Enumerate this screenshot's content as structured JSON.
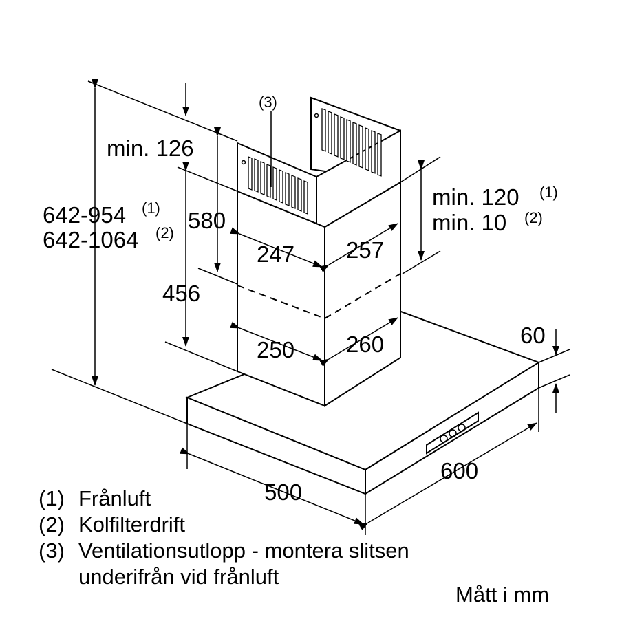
{
  "dimensions": {
    "total_height_1": "642-954",
    "total_height_1_note": "(1)",
    "total_height_2": "642-1064",
    "total_height_2_note": "(2)",
    "min_top": "min. 126",
    "upper_chimney_height": "580",
    "lower_chimney_height": "456",
    "clearance_1": "min. 120",
    "clearance_1_note": "(1)",
    "clearance_2": "min. 10",
    "clearance_2_note": "(2)",
    "upper_width": "247",
    "upper_depth": "257",
    "lower_width": "250",
    "lower_depth": "260",
    "canopy_height": "60",
    "canopy_depth": "500",
    "canopy_width": "600",
    "vent_callout": "(3)"
  },
  "legend": [
    {
      "num": "(1)",
      "text": "Frånluft"
    },
    {
      "num": "(2)",
      "text": "Kolfilterdrift"
    },
    {
      "num": "(3)",
      "text": "Ventilationsutlopp - montera slitsen"
    },
    {
      "num": "",
      "text": "underifrån vid frånluft"
    }
  ],
  "units_note": "Mått i mm"
}
